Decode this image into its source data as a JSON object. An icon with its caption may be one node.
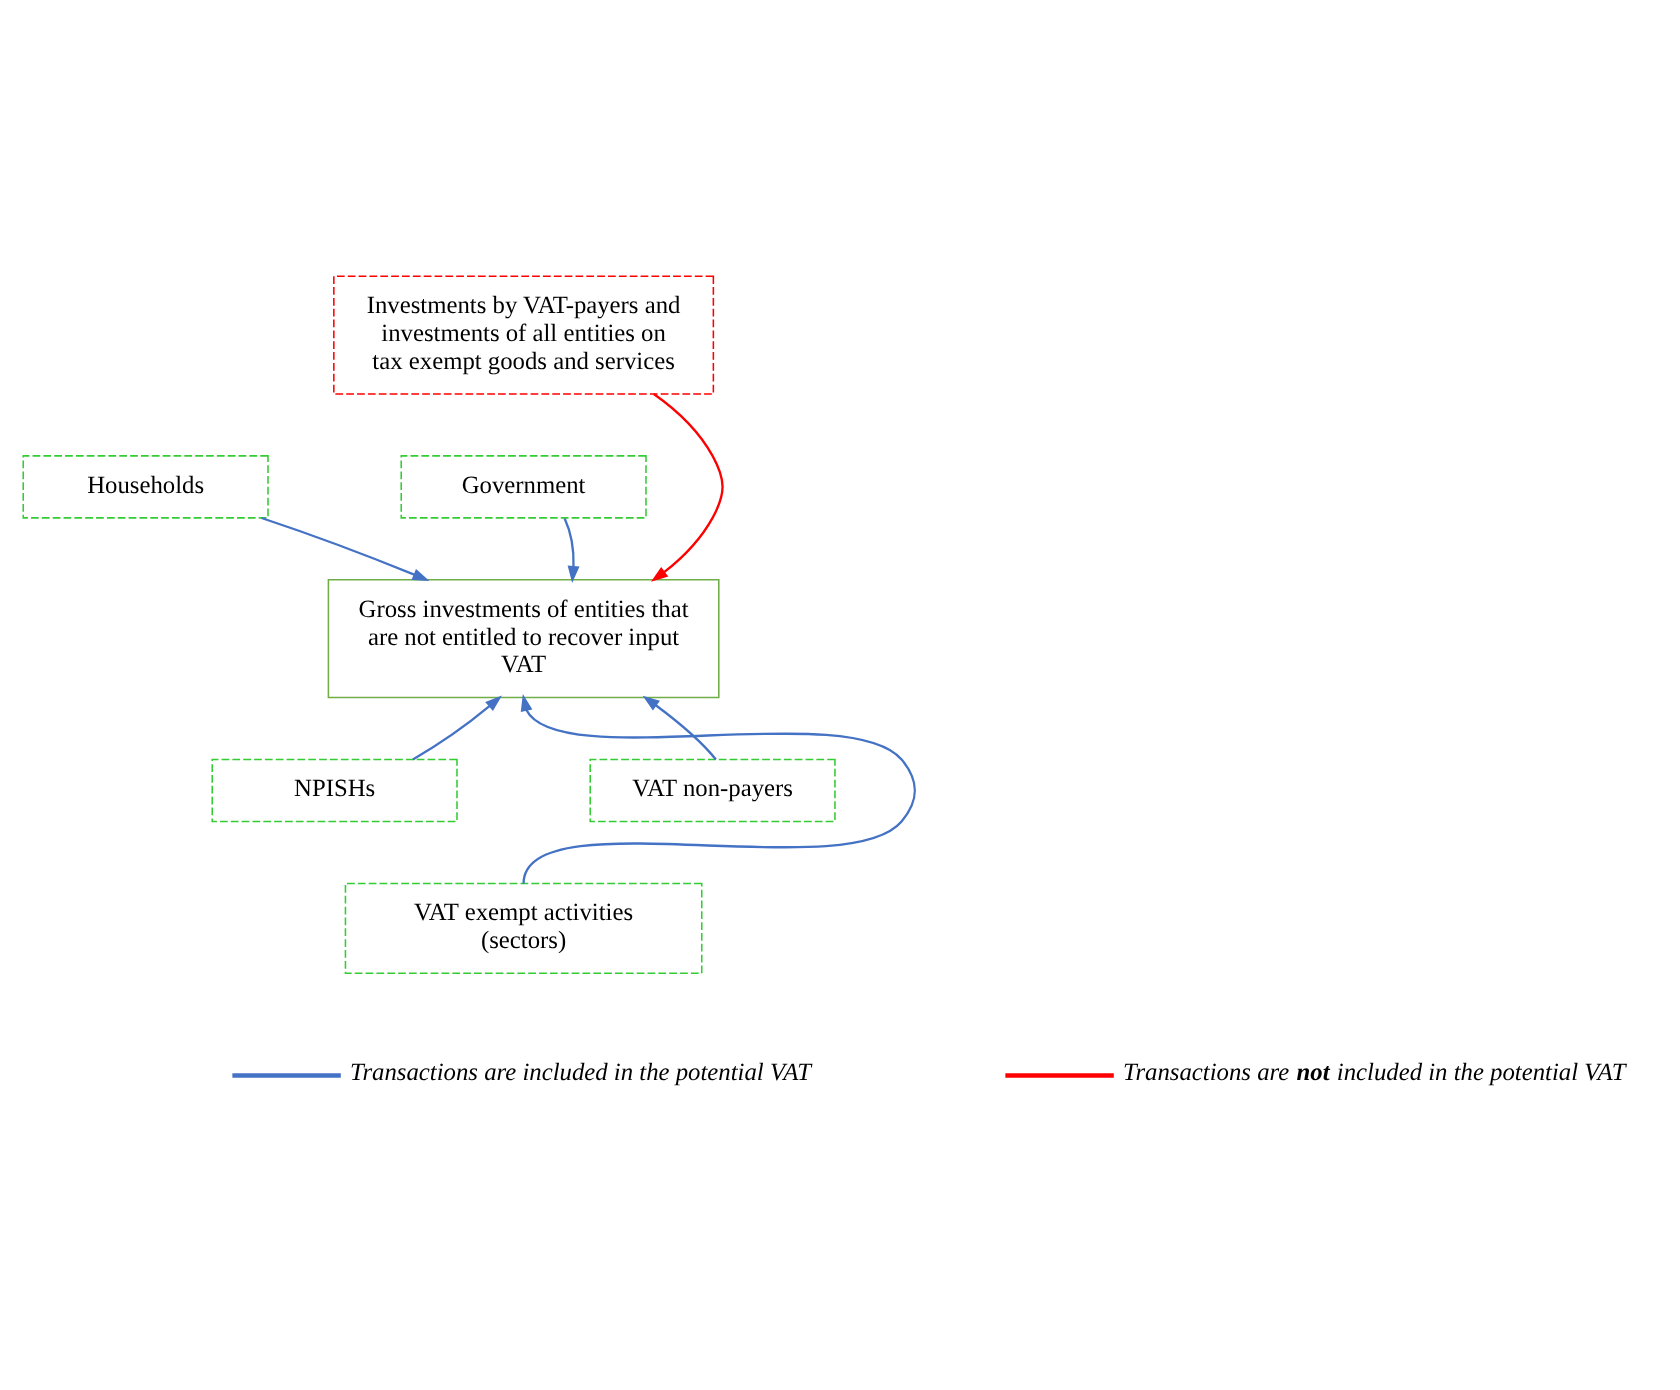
{
  "diagram": {
    "nodes": [
      {
        "text": [
          "Investments by VAT-payers and investments of all entities on tax exempt goods and services"
        ]
      },
      {
        "text": [
          "Households"
        ]
      },
      {
        "text": [
          "Government"
        ]
      },
      {
        "text": [
          "Gross investments of entities that are not entitled to recover input VAT"
        ]
      },
      {
        "text": [
          "NPISHs"
        ]
      },
      {
        "text": [
          "VAT non-payers"
        ]
      },
      {
        "text": [
          "VAT exempt activities (sectors)"
        ]
      }
    ],
    "edges": [
      {
        "from": 0,
        "to": 3,
        "arrow": "to",
        "color": "#ff0000"
      },
      {
        "from": 1,
        "to": 3,
        "arrow": "to"
      },
      {
        "from": 2,
        "to": 3,
        "arrow": "to"
      },
      {
        "from": 4,
        "to": 3,
        "arrow": "to"
      },
      {
        "from": 5,
        "to": 3,
        "arrow": "to"
      },
      {
        "from": 6,
        "to": 3,
        "arrow": "to"
      }
    ],
    "legend": [
      {
        "text": "Transactions are included in the potential VAT"
      },
      {
        "text": "Transactions are **not** included in the potential VAT"
      }
    ]
  }
}
